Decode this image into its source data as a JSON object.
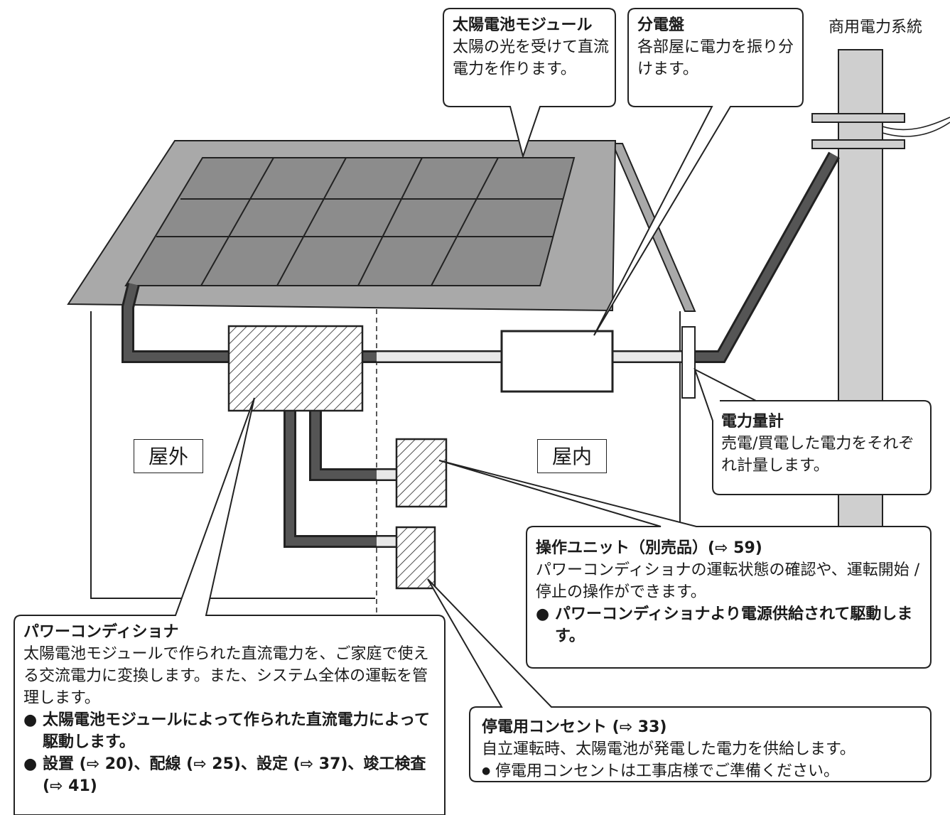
{
  "grid_label": "商用電力系統",
  "rooms": {
    "outdoor": "屋外",
    "indoor": "屋内"
  },
  "callouts": {
    "solar": {
      "title": "太陽電池モジュール",
      "text": "太陽の光を受けて直流電力を作ります。"
    },
    "panel": {
      "title": "分電盤",
      "text": "各部屋に電力を振り分けます。"
    },
    "meter": {
      "title": "電力量計",
      "text": "売電/買電した電力をそれぞれ計量します。"
    },
    "unit": {
      "title": "操作ユニット（別売品）(⇨ 59)",
      "text": "パワーコンディショナの運転状態の確認や、運転開始 / 停止の操作ができます。",
      "bullets": [
        "パワーコンディショナより電源供給されて駆動します。"
      ]
    },
    "outlet": {
      "title": "停電用コンセント (⇨ 33)",
      "text": "自立運転時、太陽電池が発電した電力を供給します。",
      "bullets": [
        "停電用コンセントは工事店様でご準備ください。"
      ]
    },
    "pcs": {
      "title": "パワーコンディショナ",
      "text": "太陽電池モジュールで作られた直流電力を、ご家庭で使える交流電力に変換します。また、システム全体の運転を管理します。",
      "bullets": [
        "太陽電池モジュールによって作られた直流電力によって駆動します。",
        "設置 (⇨ 20)、配線 (⇨ 25)、設定 (⇨ 37)、竣工検査 (⇨ 41)"
      ]
    }
  }
}
